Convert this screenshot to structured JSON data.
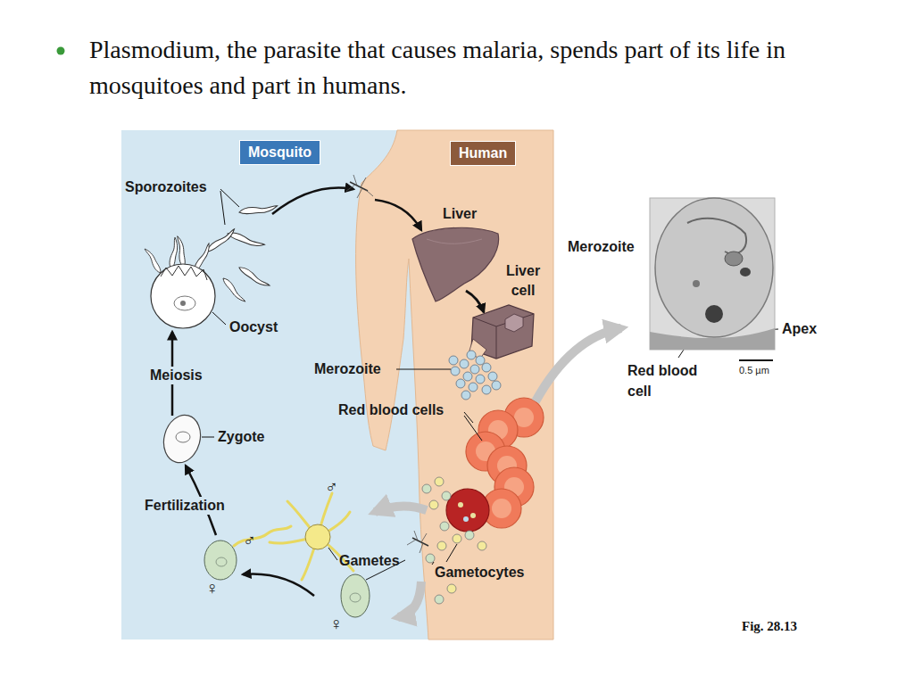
{
  "diagram": {
    "title": "Plasmodium, the parasite that causes malaria, spends part of its life in mosquitoes and part in humans.",
    "caption": "Fig. 28.13",
    "nodes": [
      {
        "text": [
          "Mosquito"
        ]
      },
      {
        "text": [
          "Human"
        ]
      }
    ],
    "labels": [
      "Sporozoites",
      "Liver",
      "Liver cell",
      "Oocyst",
      "Meiosis",
      "Merozoite",
      "Red blood cells",
      "Zygote",
      "Fertilization",
      "♂",
      "Gametes",
      "♂",
      "Gametocytes",
      "♀",
      "♀",
      "Merozoite",
      "Apex",
      "Red blood cell",
      "0.5 µm"
    ]
  }
}
